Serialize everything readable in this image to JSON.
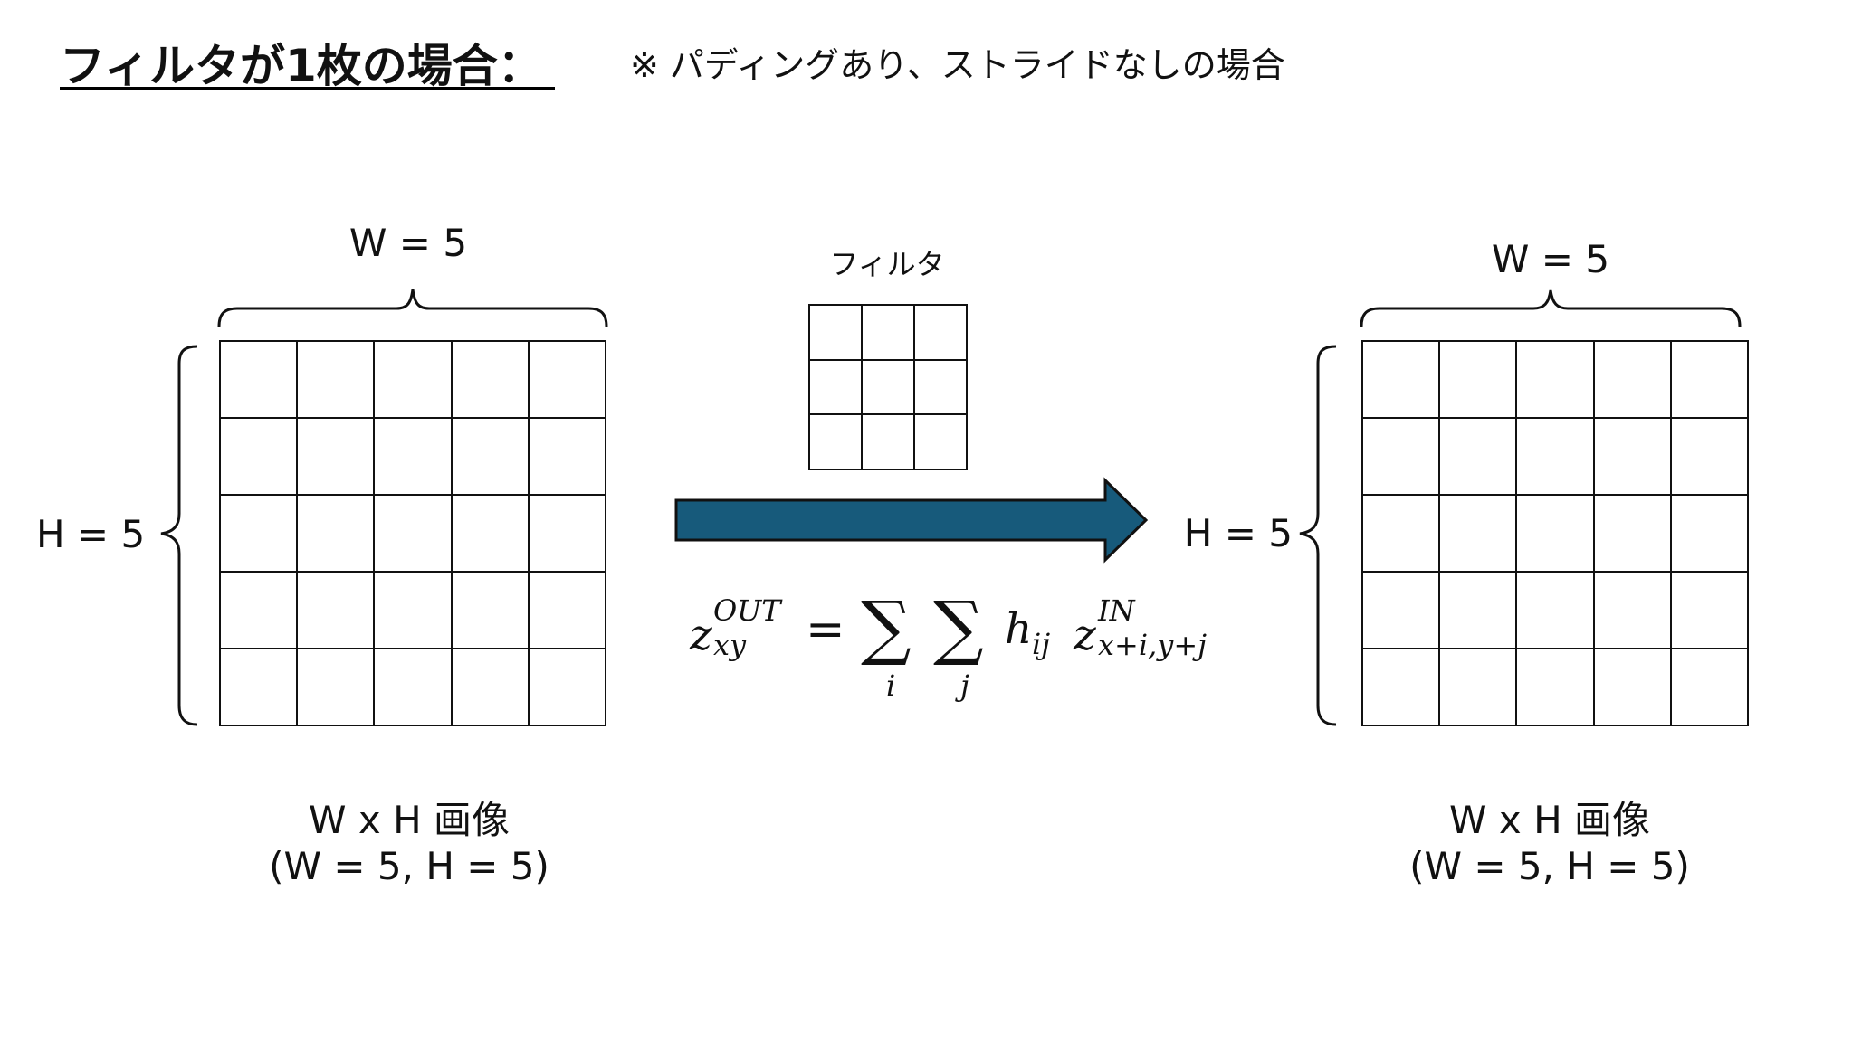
{
  "header": {
    "title": "フィルタが1枚の場合：",
    "note": "※ パディングあり、ストライドなしの場合"
  },
  "left_image": {
    "width_label": "W = 5",
    "height_label": "H = 5",
    "caption_line1": "W x H 画像",
    "caption_line2": "(W = 5, H = 5)",
    "columns": 5,
    "rows": 5
  },
  "filter": {
    "label": "フィルタ",
    "columns": 3,
    "rows": 3
  },
  "right_image": {
    "width_label": "W = 5",
    "height_label": "H = 5",
    "caption_line1": "W x H 画像",
    "caption_line2": "(W = 5, H = 5)",
    "columns": 5,
    "rows": 5
  },
  "arrow": {
    "color": "#175a7b"
  },
  "formula": {
    "z_out": "z",
    "z_out_sup": "OUT",
    "z_out_sub": "xy",
    "equals": "=",
    "sum": "∑",
    "sum_i": "i",
    "sum_j": "j",
    "h": "h",
    "h_sub": "ij",
    "z_in": "z",
    "z_in_sup": "IN",
    "z_in_sub": "x+i,y+j"
  }
}
